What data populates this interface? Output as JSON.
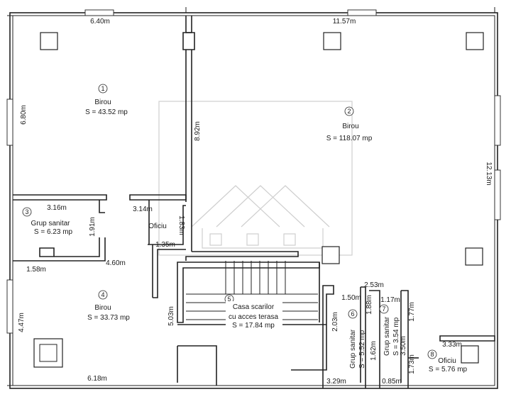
{
  "rooms": [
    {
      "number": "1",
      "name": "Birou",
      "area": "S = 43.52 mp"
    },
    {
      "number": "2",
      "name": "Birou",
      "area": "S = 118.07 mp"
    },
    {
      "number": "3",
      "name": "Grup sanitar",
      "area": "S = 6.23 mp"
    },
    {
      "number": "4",
      "name": "Birou",
      "area": "S = 33.73 mp"
    },
    {
      "number": "5",
      "name": "Casa scarilor",
      "name2": "cu acces terasa",
      "area": "S = 17.84 mp"
    },
    {
      "number": "6",
      "name": "Grup sanitar",
      "area": "S = 5.52 mp"
    },
    {
      "number": "7",
      "name": "Grup sanitar",
      "area": "S = 3.54 mp"
    },
    {
      "number": "8",
      "name": "Oficiu",
      "area": "S = 5.76 mp"
    }
  ],
  "oficiu_label": "Oficiu",
  "dimensions": {
    "d_640": "6.40m",
    "d_1157": "11.57m",
    "d_680": "6.80m",
    "d_892": "8.92m",
    "d_1213": "12.13m",
    "d_316": "3.16m",
    "d_314": "3.14m",
    "d_191": "1.91m",
    "d_183": "1.83m",
    "d_135": "1.35m",
    "d_158": "1.58m",
    "d_460": "4.60m",
    "d_447": "4.47m",
    "d_503": "5.03m",
    "d_618": "6.18m",
    "d_253": "2.53m",
    "d_150": "1.50m",
    "d_117": "1.17m",
    "d_188": "1.88m",
    "d_203": "2.03m",
    "d_162": "1.62m",
    "d_177": "1.77m",
    "d_350": "3.50m",
    "d_173": "1.73m",
    "d_333": "3.33m",
    "d_329": "3.29m",
    "d_085": "0.85m"
  }
}
